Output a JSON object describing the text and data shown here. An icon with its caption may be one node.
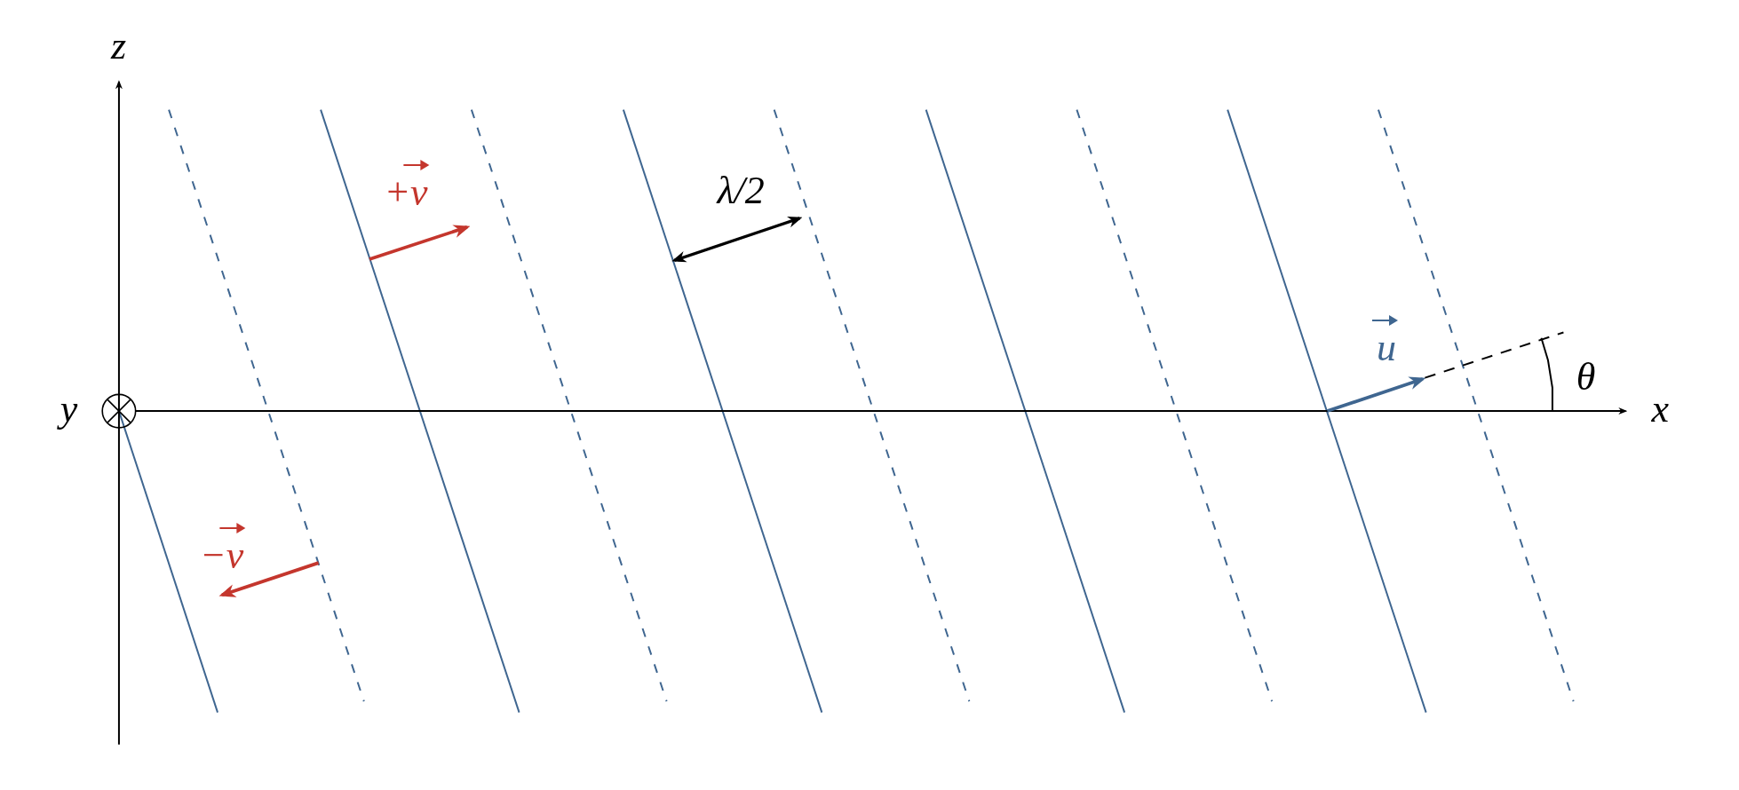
{
  "diagram": {
    "labels": [
      "z",
      "+v",
      "λ/2",
      "u",
      "θ",
      "y",
      "x",
      "−v"
    ]
  }
}
